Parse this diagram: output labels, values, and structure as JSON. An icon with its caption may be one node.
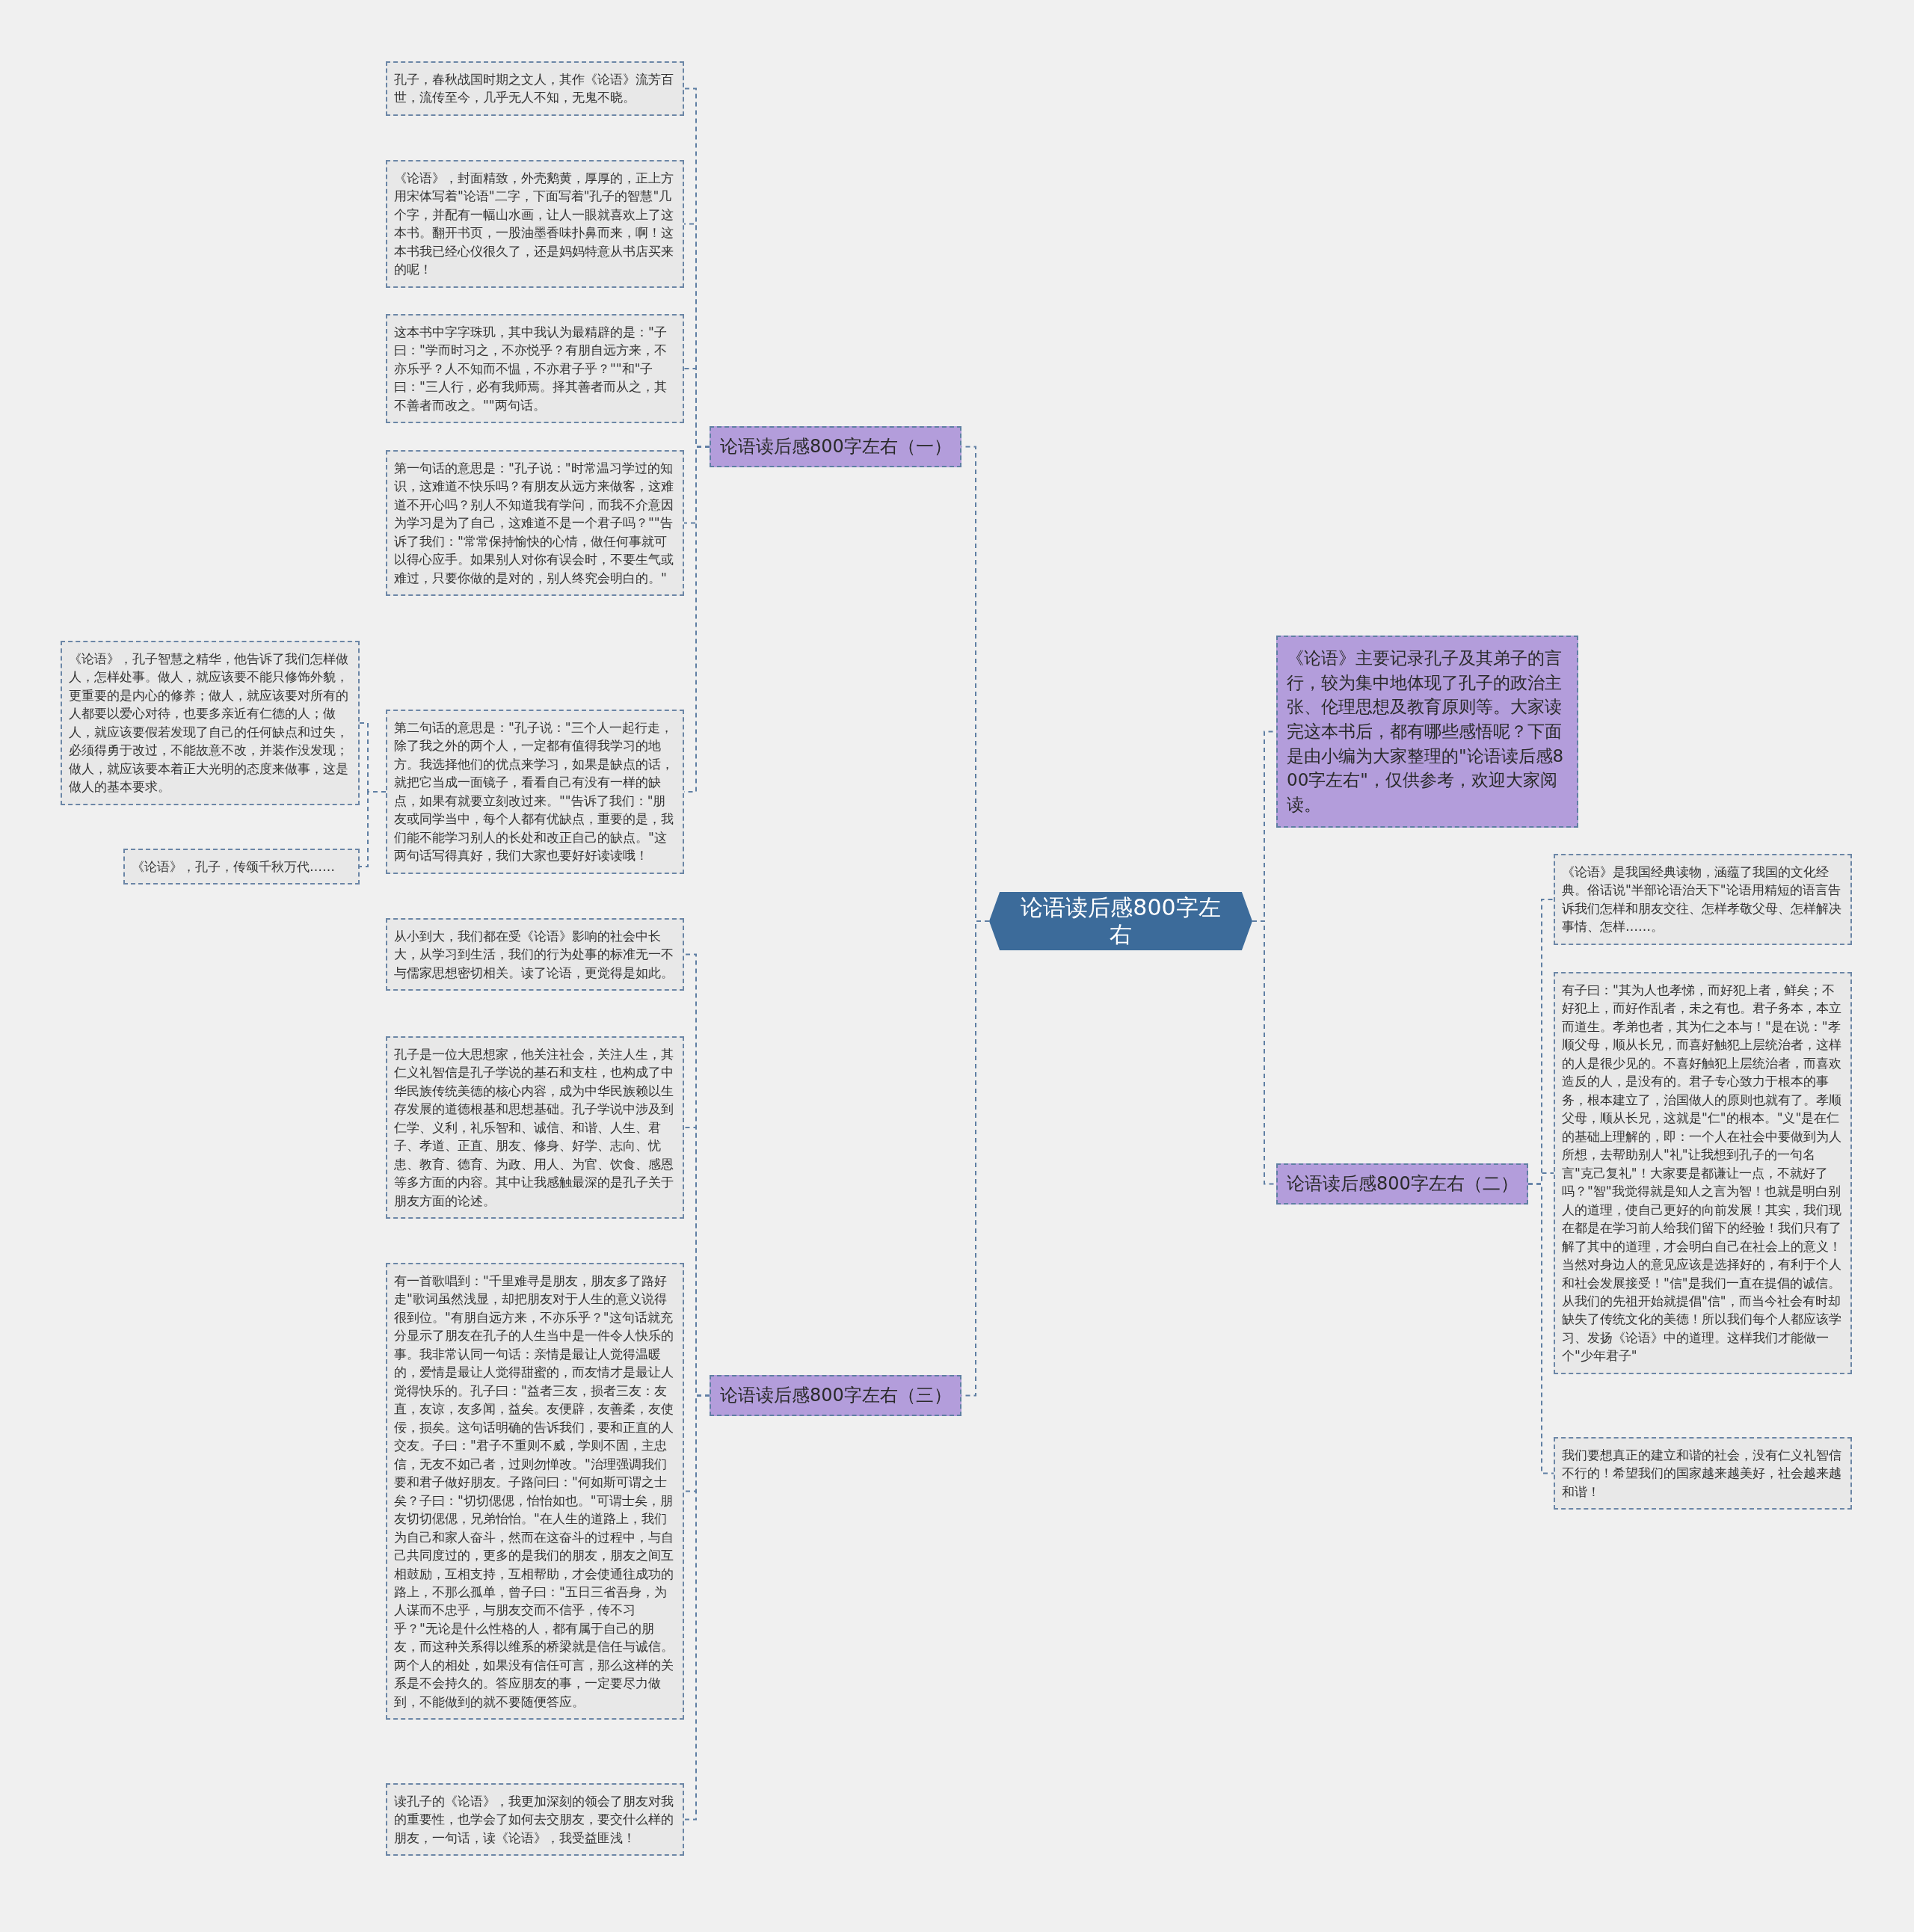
{
  "diagram": {
    "nodes": [
      {
        "text": [
          "论语读后感800字左右"
        ]
      },
      {
        "text": [
          "论语读后感800字左右（一）"
        ]
      },
      {
        "text": [
          "孔子，春秋战国时期之文人，其作《论语》流芳百世，流传至今，几乎无人不知，无鬼不晓。"
        ]
      },
      {
        "text": [
          "《论语》，封面精致，外壳鹅黄，厚厚的，正上方用宋体写着\"论语\"二字，下面写着\"孔子的智慧\"几个字，并配有一幅山水画，让人一眼就喜欢上了这本书。翻开书页，一股油墨香味扑鼻而来，啊！这本书我已经心仪很久了，还是妈妈特意从书店买来的呢！"
        ]
      },
      {
        "text": [
          "这本书中字字珠玑，其中我认为最精辟的是：\"子曰：\"学而时习之，不亦悦乎？有朋自远方来，不亦乐乎？人不知而不愠，不亦君子乎？\"\"和\"子曰：\"三人行，必有我师焉。择其善者而从之，其不善者而改之。\"\"两句话。"
        ]
      },
      {
        "text": [
          "第一句话的意思是：\"孔子说：\"时常温习学过的知识，这难道不快乐吗？有朋友从远方来做客，这难道不开心吗？别人不知道我有学问，而我不介意因为学习是为了自己，这难道不是一个君子吗？\"\"告诉了我们：\"常常保持愉快的心情，做任何事就可以得心应手。如果别人对你有误会时，不要生气或难过，只要你做的是对的，别人终究会明白的。\""
        ]
      },
      {
        "text": [
          "第二句话的意思是：\"孔子说：\"三个人一起行走，除了我之外的两个人，一定都有值得我学习的地方。我选择他们的优点来学习，如果是缺点的话，就把它当成一面镜子，看看自己有没有一样的缺点，如果有就要立刻改过来。\"\"告诉了我们：\"朋友或同学当中，每个人都有优缺点，重要的是，我们能不能学习别人的长处和改正自己的缺点。\"这两句话写得真好，我们大家也要好好读读哦！"
        ]
      },
      {
        "text": [
          "《论语》，孔子智慧之精华，他告诉了我们怎样做人，怎样处事。做人，就应该要不能只修饰外貌，更重要的是内心的修养；做人，就应该要对所有的人都要以爱心对待，也要多亲近有仁德的人；做人，就应该要假若发现了自己的任何缺点和过失，必须得勇于改过，不能故意不改，并装作没发现；做人，就应该要本着正大光明的态度来做事，这是做人的基本要求。"
        ]
      },
      {
        "text": [
          "《论语》，孔子，传颂千秋万代……"
        ]
      },
      {
        "text": [
          "论语读后感800字左右（三）"
        ]
      },
      {
        "text": [
          "从小到大，我们都在受《论语》影响的社会中长大，从学习到生活，我们的行为处事的标准无一不与儒家思想密切相关。读了论语，更觉得是如此。"
        ]
      },
      {
        "text": [
          "孔子是一位大思想家，他关注社会，关注人生，其仁义礼智信是孔子学说的基石和支柱，也构成了中华民族传统美德的核心内容，成为中华民族赖以生存发展的道德根基和思想基础。孔子学说中涉及到仁学、义利，礼乐智和、诚信、和谐、人生、君子、孝道、正直、朋友、修身、好学、志向、忧患、教育、德育、为政、用人、为官、饮食、感恩等多方面的内容。其中让我感触最深的是孔子关于朋友方面的论述。"
        ]
      },
      {
        "text": [
          "有一首歌唱到：\"千里难寻是朋友，朋友多了路好走\"歌词虽然浅显，却把朋友对于人生的意义说得很到位。\"有朋自远方来，不亦乐乎？\"这句话就充分显示了朋友在孔子的人生当中是一件令人快乐的事。我非常认同一句话：亲情是最让人觉得温暖的，爱情是最让人觉得甜蜜的，而友情才是最让人觉得快乐的。孔子曰：\"益者三友，损者三友：友直，友谅，友多闻，益矣。友便辟，友善柔，友使佞，损矣。这句话明确的告诉我们，要和正直的人交友。子曰：\"君子不重则不威，学则不固，主忠信，无友不如己者，过则勿惮改。\"治理强调我们要和君子做好朋友。子路问曰：\"何如斯可谓之士矣？子曰：\"切切偲偲，怡怡如也。\"可谓士矣，朋友切切偲偲，兄弟怡怡。\"在人生的道路上，我们为自己和家人奋斗，然而在这奋斗的过程中，与自己共同度过的，更多的是我们的朋友，朋友之间互相鼓励，互相支持，互相帮助，才会使通往成功的路上，不那么孤单，曾子曰：\"五日三省吾身，为人谋而不忠乎，与朋友交而不信乎，传不习乎？\"无论是什么性格的人，都有属于自己的朋友，而这种关系得以维系的桥梁就是信任与诚信。两个人的相处，如果没有信任可言，那么这样的关系是不会持久的。答应朋友的事，一定要尽力做到，不能做到的就不要随便答应。"
        ]
      },
      {
        "text": [
          "读孔子的《论语》，我更加深刻的领会了朋友对我的重要性，也学会了如何去交朋友，要交什么样的朋友，一句话，读《论语》，我受益匪浅！"
        ]
      },
      {
        "text": [
          "《论语》主要记录孔子及其弟子的言行，较为集中地体现了孔子的政治主张、伦理思想及教育原则等。大家读完这本书后，都有哪些感悟呢？下面是由小编为大家整理的\"论语读后感800字左右\"，仅供参考，欢迎大家阅读。"
        ]
      },
      {
        "text": [
          "论语读后感800字左右（二）"
        ]
      },
      {
        "text": [
          "《论语》是我国经典读物，涵蕴了我国的文化经典。俗话说\"半部论语治天下\"论语用精短的语言告诉我们怎样和朋友交往、怎样孝敬父母、怎样解决事情、怎样……。"
        ]
      },
      {
        "text": [
          "有子曰：\"其为人也孝悌，而好犯上者，鲜矣；不好犯上，而好作乱者，未之有也。君子务本，本立而道生。孝弟也者，其为仁之本与！\"是在说：\"孝顺父母，顺从长兄，而喜好触犯上层统治者，这样的人是很少见的。不喜好触犯上层统治者，而喜欢造反的人，是没有的。君子专心致力于根本的事务，根本建立了，治国做人的原则也就有了。孝顺父母，顺从长兄，这就是\"仁\"的根本。\"义\"是在仁的基础上理解的，即：一个人在社会中要做到为人所想，去帮助别人\"礼\"让我想到孔子的一句名言\"克己复礼\"！大家要是都谦让一点，不就好了吗？\"智\"我觉得就是知人之言为智！也就是明白别人的道理，使自己更好的向前发展！其实，我们现在都是在学习前人给我们留下的经验！我们只有了解了其中的道理，才会明白自己在社会上的意义！当然对身边人的意见应该是选择好的，有利于个人和社会发展接受！\"信\"是我们一直在提倡的诚信。从我们的先祖开始就提倡\"信\"，而当今社会有时却缺失了传统文化的美德！所以我们每个人都应该学习、发扬《论语》中的道理。这样我们才能做一个\"少年君子\""
        ]
      },
      {
        "text": [
          "我们要想真正的建立和谐的社会，没有仁义礼智信不行的！希望我们的国家越来越美好，社会越来越和谐！"
        ]
      }
    ],
    "edges": [
      {
        "from": 0,
        "to": 1,
        "arrow": "none"
      },
      {
        "from": 1,
        "to": 2,
        "arrow": "none"
      },
      {
        "from": 1,
        "to": 3,
        "arrow": "none"
      },
      {
        "from": 1,
        "to": 4,
        "arrow": "none"
      },
      {
        "from": 1,
        "to": 5,
        "arrow": "none"
      },
      {
        "from": 1,
        "to": 6,
        "arrow": "none"
      },
      {
        "from": 6,
        "to": 7,
        "arrow": "none"
      },
      {
        "from": 6,
        "to": 8,
        "arrow": "none"
      },
      {
        "from": 0,
        "to": 9,
        "arrow": "none"
      },
      {
        "from": 9,
        "to": 10,
        "arrow": "none"
      },
      {
        "from": 9,
        "to": 11,
        "arrow": "none"
      },
      {
        "from": 9,
        "to": 12,
        "arrow": "none"
      },
      {
        "from": 9,
        "to": 13,
        "arrow": "none"
      },
      {
        "from": 0,
        "to": 14,
        "arrow": "none"
      },
      {
        "from": 0,
        "to": 15,
        "arrow": "none"
      },
      {
        "from": 15,
        "to": 16,
        "arrow": "none"
      },
      {
        "from": 15,
        "to": 17,
        "arrow": "none"
      },
      {
        "from": 15,
        "to": 18,
        "arrow": "none"
      }
    ]
  }
}
